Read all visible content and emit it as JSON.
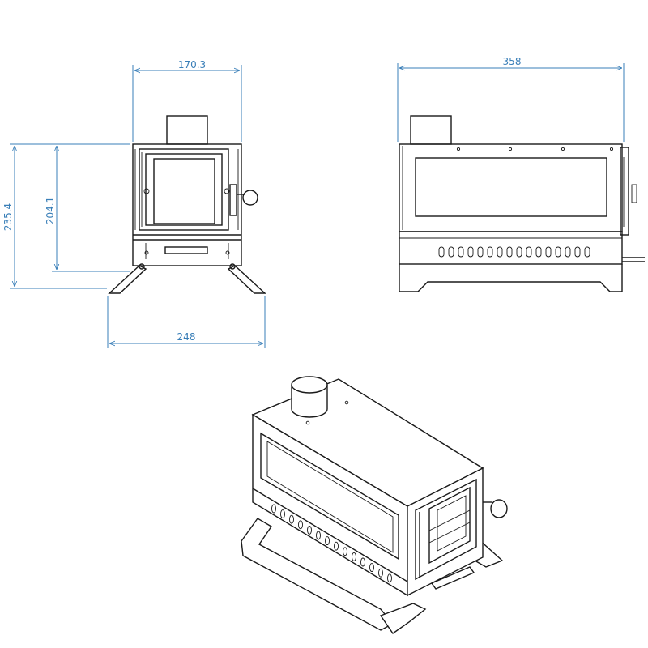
{
  "dimensions": {
    "front_width": "170.3",
    "side_length": "358",
    "overall_height": "235.4",
    "body_height": "204.1",
    "leg_span": "248"
  },
  "colors": {
    "dimension_line": "#3a7fb8",
    "outline": "#1a1a1a",
    "background": "#ffffff"
  },
  "views": {
    "front": "front-elevation",
    "side": "side-elevation",
    "iso": "isometric-view"
  }
}
